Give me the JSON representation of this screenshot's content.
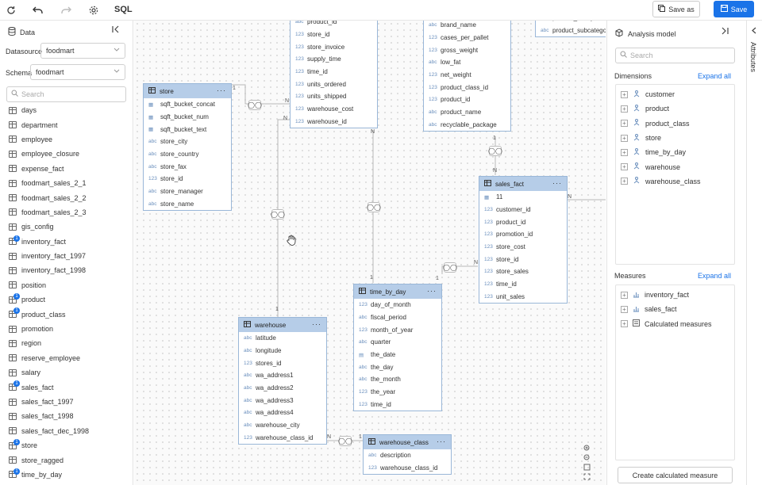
{
  "toolbar": {
    "refresh_icon": "refresh-icon",
    "undo_icon": "undo-icon",
    "redo_icon": "redo-icon",
    "settings_icon": "gear-icon",
    "sql_label": "SQL",
    "save_as_label": "Save as",
    "save_label": "Save",
    "save_color": "#1a73e8"
  },
  "left_panel": {
    "title": "Data",
    "datasource_label": "Datasource",
    "datasource_value": "foodmart",
    "schema_label": "Schema",
    "schema_value": "foodmart",
    "search_placeholder": "Search",
    "tables": [
      {
        "name": "days",
        "badge": ""
      },
      {
        "name": "department",
        "badge": ""
      },
      {
        "name": "employee",
        "badge": ""
      },
      {
        "name": "employee_closure",
        "badge": ""
      },
      {
        "name": "expense_fact",
        "badge": ""
      },
      {
        "name": "foodmart_sales_2_1",
        "badge": ""
      },
      {
        "name": "foodmart_sales_2_2",
        "badge": ""
      },
      {
        "name": "foodmart_sales_2_3",
        "badge": ""
      },
      {
        "name": "gis_config",
        "badge": ""
      },
      {
        "name": "inventory_fact",
        "badge": "1"
      },
      {
        "name": "inventory_fact_1997",
        "badge": ""
      },
      {
        "name": "inventory_fact_1998",
        "badge": ""
      },
      {
        "name": "position",
        "badge": ""
      },
      {
        "name": "product",
        "badge": "1"
      },
      {
        "name": "product_class",
        "badge": "1"
      },
      {
        "name": "promotion",
        "badge": ""
      },
      {
        "name": "region",
        "badge": ""
      },
      {
        "name": "reserve_employee",
        "badge": ""
      },
      {
        "name": "salary",
        "badge": ""
      },
      {
        "name": "sales_fact",
        "badge": "1"
      },
      {
        "name": "sales_fact_1997",
        "badge": ""
      },
      {
        "name": "sales_fact_1998",
        "badge": ""
      },
      {
        "name": "sales_fact_dec_1998",
        "badge": ""
      },
      {
        "name": "store",
        "badge": "1"
      },
      {
        "name": "store_ragged",
        "badge": ""
      },
      {
        "name": "time_by_day",
        "badge": "1"
      }
    ]
  },
  "canvas": {
    "nodes": {
      "inventory_partial": {
        "fields": [
          {
            "t": "abc",
            "n": "product_id"
          },
          {
            "t": "123",
            "n": "store_id"
          },
          {
            "t": "123",
            "n": "store_invoice"
          },
          {
            "t": "123",
            "n": "supply_time"
          },
          {
            "t": "123",
            "n": "time_id"
          },
          {
            "t": "123",
            "n": "units_ordered"
          },
          {
            "t": "123",
            "n": "units_shipped"
          },
          {
            "t": "123",
            "n": "warehouse_cost"
          },
          {
            "t": "123",
            "n": "warehouse_id"
          }
        ]
      },
      "product_partial": {
        "fields": [
          {
            "t": "abc",
            "n": "brand_name"
          },
          {
            "t": "123",
            "n": "cases_per_pallet"
          },
          {
            "t": "123",
            "n": "gross_weight"
          },
          {
            "t": "abc",
            "n": "low_fat"
          },
          {
            "t": "123",
            "n": "net_weight"
          },
          {
            "t": "123",
            "n": "product_class_id"
          },
          {
            "t": "123",
            "n": "product_id"
          },
          {
            "t": "abc",
            "n": "product_name"
          },
          {
            "t": "abc",
            "n": "recyclable_package"
          }
        ]
      },
      "product_class_partial": {
        "fields": [
          {
            "t": "abc",
            "n": "product_family"
          },
          {
            "t": "abc",
            "n": "product_subcategory"
          }
        ]
      },
      "store": {
        "title": "store",
        "fields": [
          {
            "t": "grid",
            "n": "sqft_bucket_concat"
          },
          {
            "t": "grid",
            "n": "sqft_bucket_num"
          },
          {
            "t": "grid",
            "n": "sqft_bucket_text"
          },
          {
            "t": "abc",
            "n": "store_city"
          },
          {
            "t": "abc",
            "n": "store_country"
          },
          {
            "t": "abc",
            "n": "store_fax"
          },
          {
            "t": "123",
            "n": "store_id"
          },
          {
            "t": "abc",
            "n": "store_manager"
          },
          {
            "t": "abc",
            "n": "store_name"
          }
        ]
      },
      "sales_fact": {
        "title": "sales_fact",
        "fields": [
          {
            "t": "grid",
            "n": "11"
          },
          {
            "t": "123",
            "n": "customer_id"
          },
          {
            "t": "123",
            "n": "product_id"
          },
          {
            "t": "123",
            "n": "promotion_id"
          },
          {
            "t": "123",
            "n": "store_cost"
          },
          {
            "t": "123",
            "n": "store_id"
          },
          {
            "t": "123",
            "n": "store_sales"
          },
          {
            "t": "123",
            "n": "time_id"
          },
          {
            "t": "123",
            "n": "unit_sales"
          }
        ]
      },
      "time_by_day": {
        "title": "time_by_day",
        "fields": [
          {
            "t": "123",
            "n": "day_of_month"
          },
          {
            "t": "abc",
            "n": "fiscal_period"
          },
          {
            "t": "123",
            "n": "month_of_year"
          },
          {
            "t": "abc",
            "n": "quarter"
          },
          {
            "t": "cal",
            "n": "the_date"
          },
          {
            "t": "abc",
            "n": "the_day"
          },
          {
            "t": "abc",
            "n": "the_month"
          },
          {
            "t": "123",
            "n": "the_year"
          },
          {
            "t": "123",
            "n": "time_id"
          }
        ]
      },
      "warehouse": {
        "title": "warehouse",
        "fields": [
          {
            "t": "abc",
            "n": "latitude"
          },
          {
            "t": "abc",
            "n": "longitude"
          },
          {
            "t": "123",
            "n": "stores_id"
          },
          {
            "t": "abc",
            "n": "wa_address1"
          },
          {
            "t": "abc",
            "n": "wa_address2"
          },
          {
            "t": "abc",
            "n": "wa_address3"
          },
          {
            "t": "abc",
            "n": "wa_address4"
          },
          {
            "t": "abc",
            "n": "warehouse_city"
          },
          {
            "t": "123",
            "n": "warehouse_class_id"
          }
        ]
      },
      "warehouse_class": {
        "title": "warehouse_class",
        "fields": [
          {
            "t": "abc",
            "n": "description"
          },
          {
            "t": "123",
            "n": "warehouse_class_id"
          }
        ]
      }
    },
    "menu_glyph": "···",
    "cardinality": {
      "one": "1",
      "many": "N"
    }
  },
  "right_panel": {
    "title": "Analysis model",
    "search_placeholder": "Search",
    "dimensions_label": "Dimensions",
    "dimensions_expand": "Expand all",
    "dimensions": [
      "customer",
      "product",
      "product_class",
      "store",
      "time_by_day",
      "warehouse",
      "warehouse_class"
    ],
    "measures_label": "Measures",
    "measures_expand": "Expand all",
    "measures": [
      "inventory_fact",
      "sales_fact",
      "Calculated measures"
    ],
    "create_button": "Create calculated measure"
  },
  "attributes_tab": "Attributes"
}
